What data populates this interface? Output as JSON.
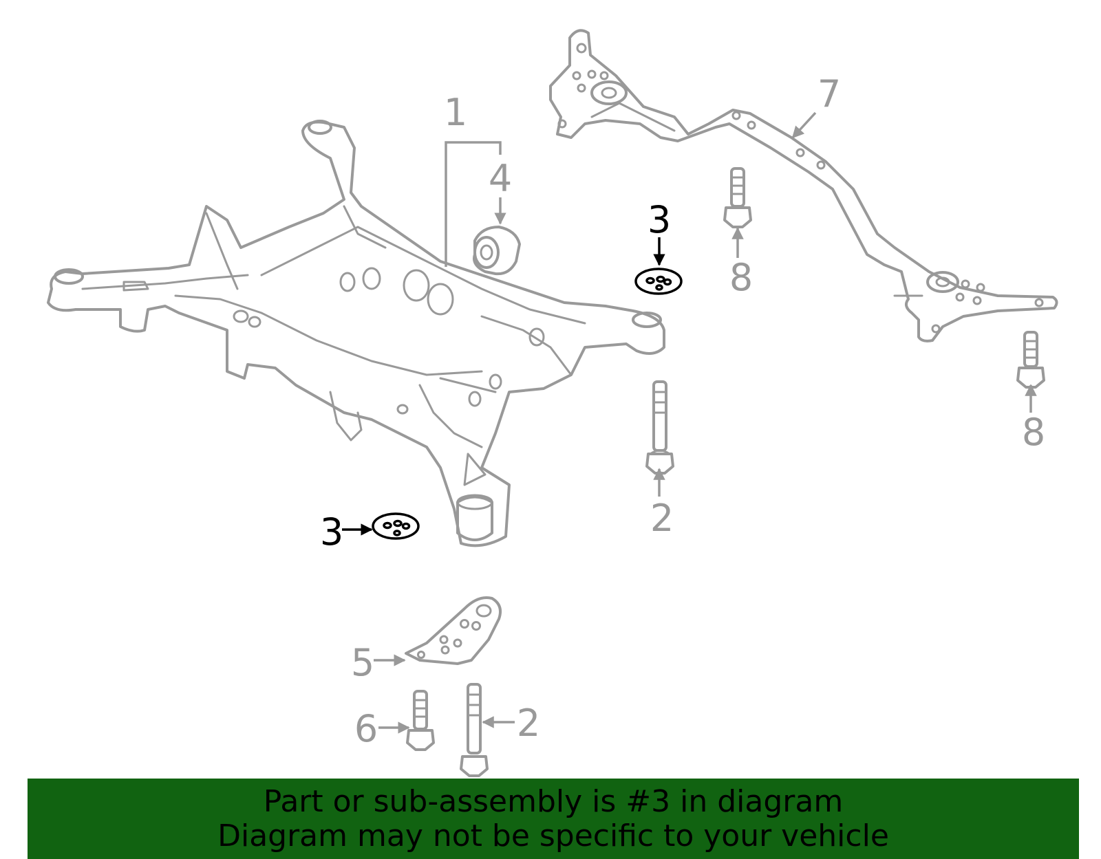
{
  "callouts": {
    "c1": "1",
    "c2a": "2",
    "c2b": "2",
    "c3a": "3",
    "c3b": "3",
    "c4": "4",
    "c5": "5",
    "c6": "6",
    "c7": "7",
    "c8a": "8",
    "c8b": "8"
  },
  "highlighted_part": "3",
  "banner": {
    "line1": "Part or sub-assembly is #3 in diagram",
    "line2": "Diagram may not be specific to your vehicle"
  },
  "colors": {
    "part_lines": "#999999",
    "highlight": "#000000",
    "banner_background": "#116311",
    "banner_text": "#000000"
  }
}
